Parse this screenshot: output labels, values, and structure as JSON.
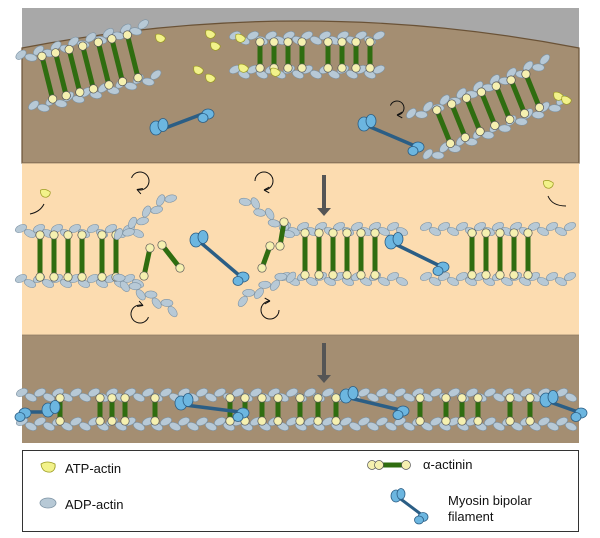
{
  "colors": {
    "cortex_gray": "#a8a8a8",
    "panel_brown": "#a48e72",
    "panel_cream": "#fcdcb0",
    "atp_actin": "#f2f28a",
    "adp_actin": "#b7c9d6",
    "actinin_rod": "#2f6d10",
    "actinin_head": "#f5f0b0",
    "myosin": "#2b5e85",
    "arrow_gray": "#555555"
  },
  "legend": {
    "atp_actin": "ATP-actin",
    "adp_actin": "ADP-actin",
    "alpha_actinin": "α-actinin",
    "myosin_line1": "Myosin bipolar",
    "myosin_line2": "filament"
  }
}
